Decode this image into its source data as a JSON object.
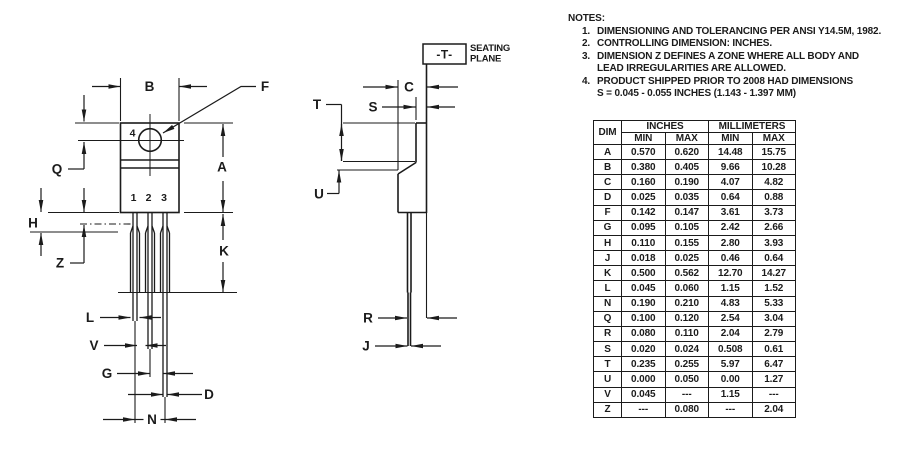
{
  "labels": {
    "B": "B",
    "F": "F",
    "Q": "Q",
    "A": "A",
    "H": "H",
    "Z": "Z",
    "K": "K",
    "L": "L",
    "V": "V",
    "G": "G",
    "D": "D",
    "N": "N",
    "T": "T",
    "S": "S",
    "C": "C",
    "U": "U",
    "R": "R",
    "J": "J",
    "pin1": "1",
    "pin2": "2",
    "pin3": "3",
    "pin4": "4",
    "datum": "-T-",
    "seating_line1": "SEATING",
    "seating_line2": "PLANE"
  },
  "notes": {
    "title": "NOTES:",
    "items": [
      {
        "num": "1.",
        "text": "DIMENSIONING AND TOLERANCING PER ANSI Y14.5M, 1982."
      },
      {
        "num": "2.",
        "text": "CONTROLLING DIMENSION: INCHES."
      },
      {
        "num": "3.",
        "text": "DIMENSION Z DEFINES A ZONE WHERE ALL BODY AND\nLEAD IRREGULARITIES ARE ALLOWED."
      },
      {
        "num": "4.",
        "text": "PRODUCT SHIPPED PRIOR TO 2008 HAD DIMENSIONS\nS = 0.045 - 0.055 INCHES (1.143 - 1.397 MM)"
      }
    ]
  },
  "table": {
    "dim_header": "DIM",
    "group_headers": [
      "INCHES",
      "MILLIMETERS"
    ],
    "sub_headers": [
      "MIN",
      "MAX",
      "MIN",
      "MAX"
    ],
    "rows": [
      [
        "A",
        "0.570",
        "0.620",
        "14.48",
        "15.75"
      ],
      [
        "B",
        "0.380",
        "0.405",
        "9.66",
        "10.28"
      ],
      [
        "C",
        "0.160",
        "0.190",
        "4.07",
        "4.82"
      ],
      [
        "D",
        "0.025",
        "0.035",
        "0.64",
        "0.88"
      ],
      [
        "F",
        "0.142",
        "0.147",
        "3.61",
        "3.73"
      ],
      [
        "G",
        "0.095",
        "0.105",
        "2.42",
        "2.66"
      ],
      [
        "H",
        "0.110",
        "0.155",
        "2.80",
        "3.93"
      ],
      [
        "J",
        "0.018",
        "0.025",
        "0.46",
        "0.64"
      ],
      [
        "K",
        "0.500",
        "0.562",
        "12.70",
        "14.27"
      ],
      [
        "L",
        "0.045",
        "0.060",
        "1.15",
        "1.52"
      ],
      [
        "N",
        "0.190",
        "0.210",
        "4.83",
        "5.33"
      ],
      [
        "Q",
        "0.100",
        "0.120",
        "2.54",
        "3.04"
      ],
      [
        "R",
        "0.080",
        "0.110",
        "2.04",
        "2.79"
      ],
      [
        "S",
        "0.020",
        "0.024",
        "0.508",
        "0.61"
      ],
      [
        "T",
        "0.235",
        "0.255",
        "5.97",
        "6.47"
      ],
      [
        "U",
        "0.000",
        "0.050",
        "0.00",
        "1.27"
      ],
      [
        "V",
        "0.045",
        "---",
        "1.15",
        "---"
      ],
      [
        "Z",
        "---",
        "0.080",
        "---",
        "2.04"
      ]
    ]
  }
}
